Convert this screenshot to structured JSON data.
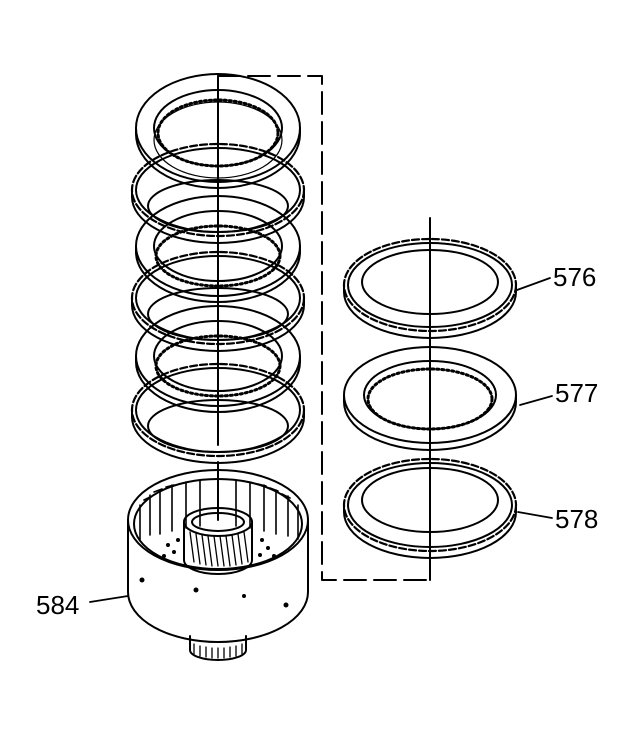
{
  "callouts": {
    "c576": "576",
    "c577": "577",
    "c578": "578",
    "c584": "584"
  },
  "colors": {
    "line": "#000000",
    "background": "#ffffff"
  }
}
